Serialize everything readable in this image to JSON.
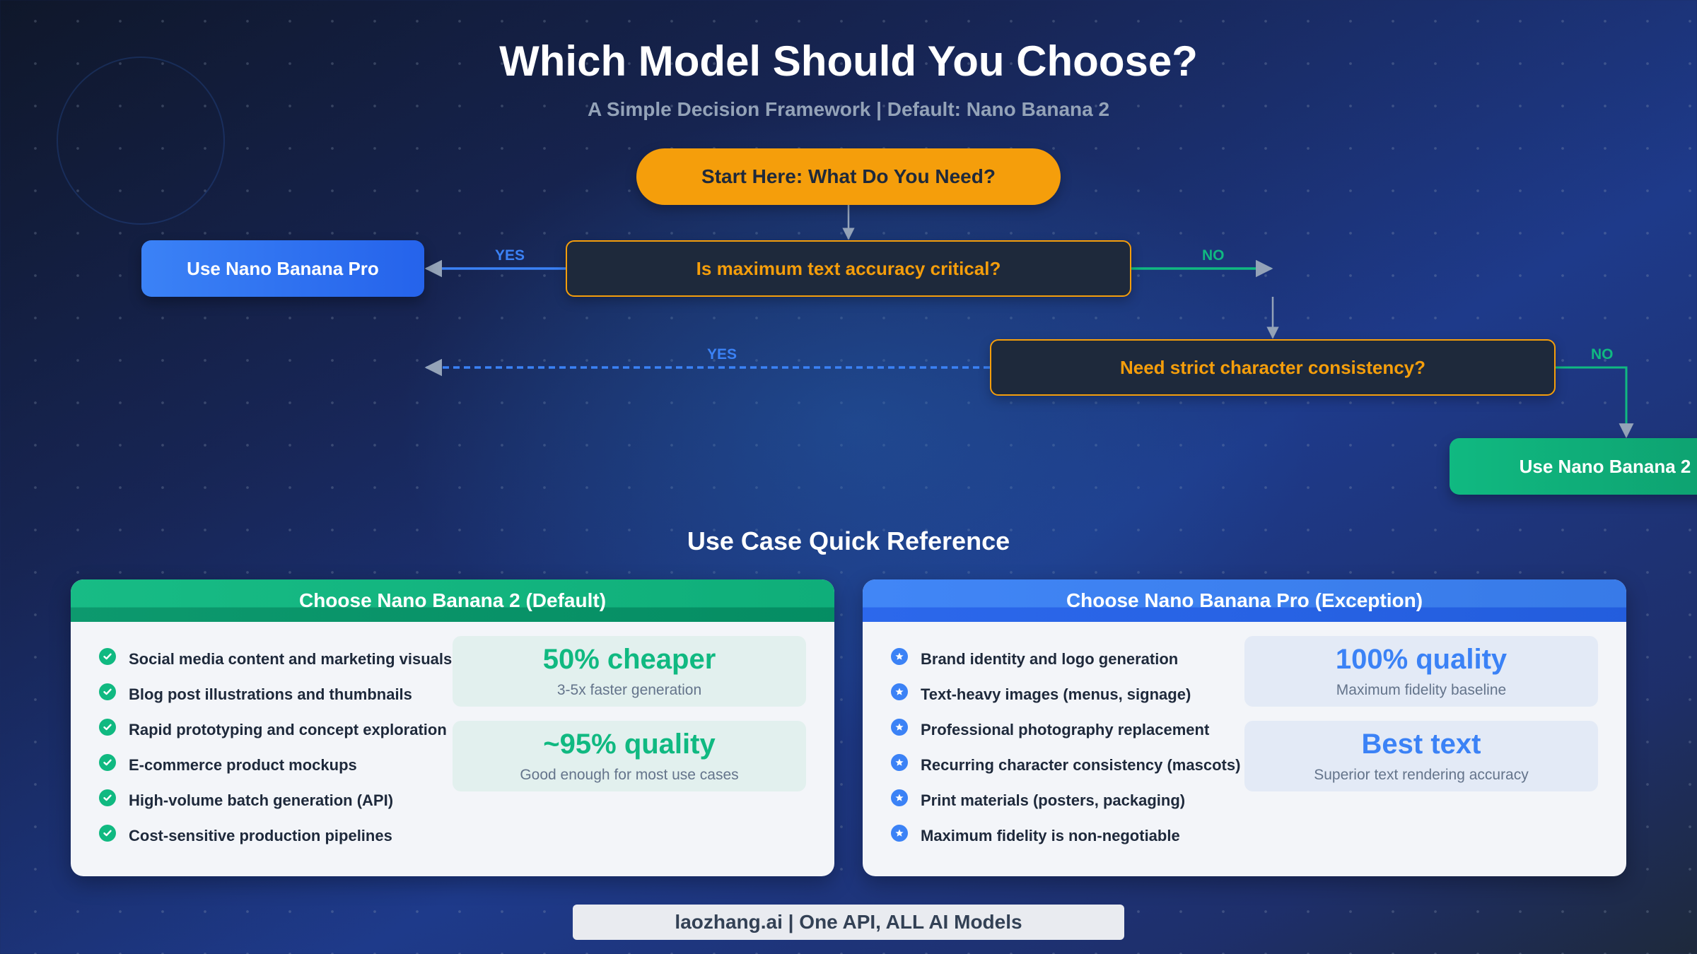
{
  "header": {
    "title": "Which Model Should You Choose?",
    "subtitle": "A Simple Decision Framework | Default: Nano Banana 2"
  },
  "flowchart": {
    "start": "Start Here: What Do You Need?",
    "questions": [
      {
        "label": "Is maximum text accuracy critical?",
        "yes_label": "YES",
        "no_label": "NO"
      },
      {
        "label": "Need strict character consistency?",
        "yes_label": "YES",
        "no_label": "NO"
      }
    ],
    "results": {
      "pro": "Use Nano Banana Pro",
      "nb2": "Use Nano Banana 2"
    },
    "colors": {
      "start": "#f59e0b",
      "question_border": "#f59e0b",
      "question_bg": "#1e293b",
      "yes": "#3b82f6",
      "no": "#10b981",
      "arrow": "#94a3b8"
    }
  },
  "reference": {
    "heading": "Use Case Quick Reference",
    "cards": [
      {
        "title": "Choose Nano Banana 2 (Default)",
        "icon": "check-circle-icon",
        "accent": "#10b981",
        "items": [
          "Social media content and marketing visuals",
          "Blog post illustrations and thumbnails",
          "Rapid prototyping and concept exploration",
          "E-commerce product mockups",
          "High-volume batch generation (API)",
          "Cost-sensitive production pipelines"
        ],
        "stats": [
          {
            "value": "50% cheaper",
            "caption": "3-5x faster generation"
          },
          {
            "value": "~95% quality",
            "caption": "Good enough for most use cases"
          }
        ]
      },
      {
        "title": "Choose Nano Banana Pro (Exception)",
        "icon": "star-circle-icon",
        "accent": "#3b82f6",
        "items": [
          "Brand identity and logo generation",
          "Text-heavy images (menus, signage)",
          "Professional photography replacement",
          "Recurring character consistency (mascots)",
          "Print materials (posters, packaging)",
          "Maximum fidelity is non-negotiable"
        ],
        "stats": [
          {
            "value": "100% quality",
            "caption": "Maximum fidelity baseline"
          },
          {
            "value": "Best text",
            "caption": "Superior text rendering accuracy"
          }
        ]
      }
    ]
  },
  "footer": {
    "text": "laozhang.ai | One API, ALL AI Models"
  }
}
